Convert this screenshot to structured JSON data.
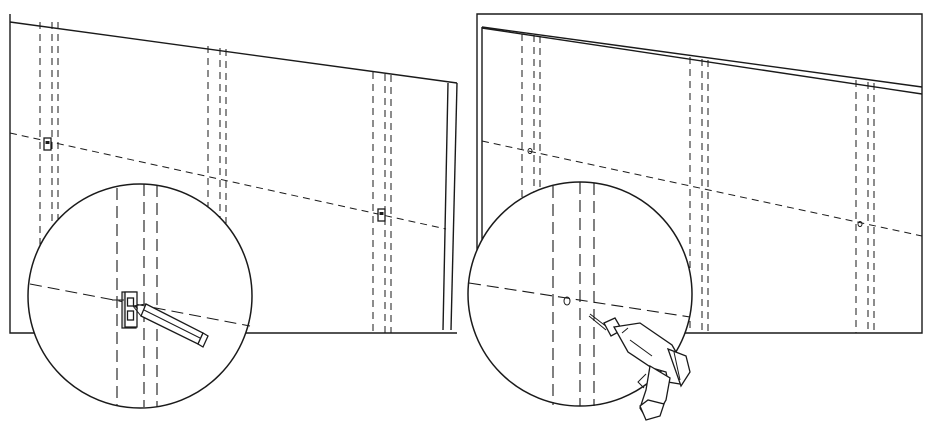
{
  "figure": {
    "panels": [
      {
        "id": "left",
        "step": "mark-positions",
        "tools": [
          "bracket",
          "pencil"
        ]
      },
      {
        "id": "right",
        "step": "drill-holes",
        "tools": [
          "drill"
        ]
      }
    ],
    "colors": {
      "line": "#1a1a1a",
      "background": "#ffffff",
      "tool_shade": "#d9d9d9"
    },
    "icons": [
      "bracket-icon",
      "pencil-icon",
      "drill-icon",
      "magnifier-circle"
    ]
  }
}
